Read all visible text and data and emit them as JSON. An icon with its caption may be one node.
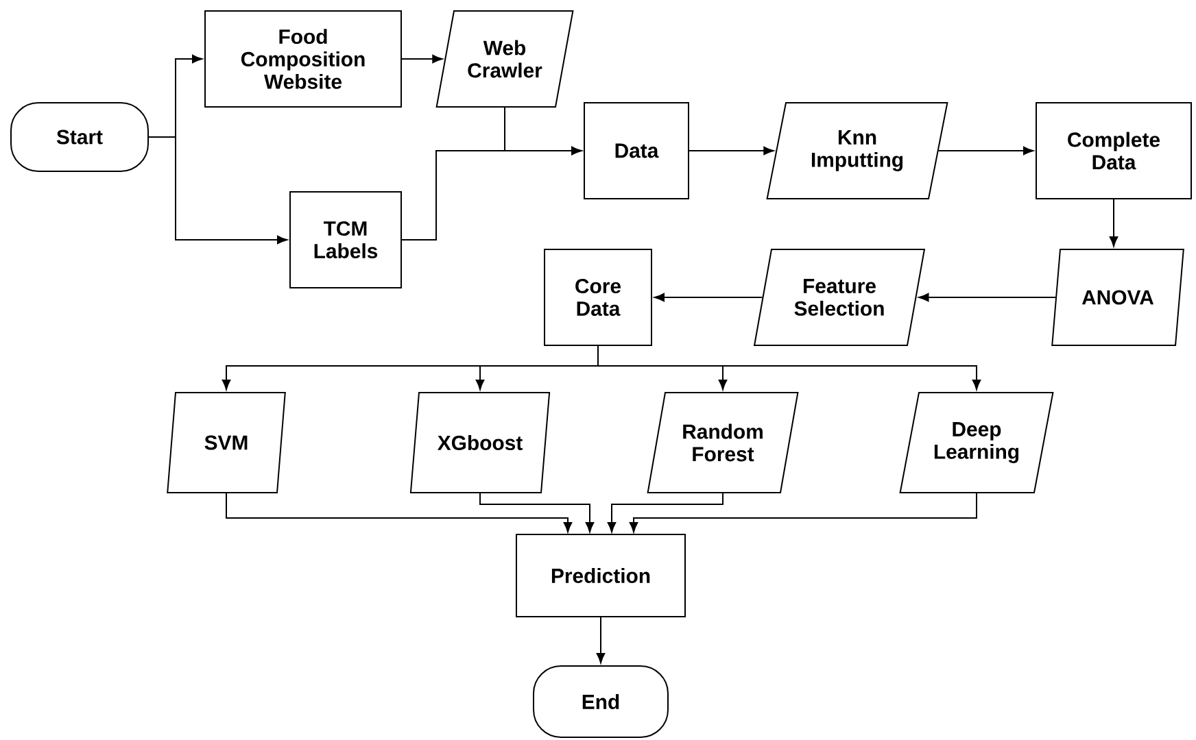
{
  "diagram": {
    "nodes": [
      {
        "text": [
          "Start"
        ]
      },
      {
        "text": [
          "Food Composition Website"
        ]
      },
      {
        "text": [
          "Web Crawler"
        ]
      },
      {
        "text": [
          "TCM Labels"
        ]
      },
      {
        "text": [
          "Data"
        ]
      },
      {
        "text": [
          "Knn Imputting"
        ]
      },
      {
        "text": [
          "Complete Data"
        ]
      },
      {
        "text": [
          "ANOVA"
        ]
      },
      {
        "text": [
          "Feature Selection"
        ]
      },
      {
        "text": [
          "Core Data"
        ]
      },
      {
        "text": [
          "SVM"
        ]
      },
      {
        "text": [
          "XGboost"
        ]
      },
      {
        "text": [
          "Random Forest"
        ]
      },
      {
        "text": [
          "Deep Learning"
        ]
      },
      {
        "text": [
          "Prediction"
        ]
      },
      {
        "text": [
          "End"
        ]
      }
    ],
    "edges": [
      {
        "from": 0,
        "to": 1,
        "arrow": "to"
      },
      {
        "from": 0,
        "to": 3,
        "arrow": "to"
      },
      {
        "from": 1,
        "to": 2,
        "arrow": "to"
      },
      {
        "from": 2,
        "to": 4,
        "arrow": "to"
      },
      {
        "from": 3,
        "to": 4,
        "arrow": "to"
      },
      {
        "from": 4,
        "to": 5,
        "arrow": "to"
      },
      {
        "from": 5,
        "to": 6,
        "arrow": "to"
      },
      {
        "from": 6,
        "to": 7,
        "arrow": "to"
      },
      {
        "from": 7,
        "to": 8,
        "arrow": "to"
      },
      {
        "from": 8,
        "to": 9,
        "arrow": "to"
      },
      {
        "from": 9,
        "to": 10,
        "arrow": "to"
      },
      {
        "from": 9,
        "to": 11,
        "arrow": "to"
      },
      {
        "from": 9,
        "to": 12,
        "arrow": "to"
      },
      {
        "from": 9,
        "to": 13,
        "arrow": "to"
      },
      {
        "from": 10,
        "to": 14,
        "arrow": "to"
      },
      {
        "from": 11,
        "to": 14,
        "arrow": "to"
      },
      {
        "from": 12,
        "to": 14,
        "arrow": "to"
      },
      {
        "from": 13,
        "to": 14,
        "arrow": "to"
      },
      {
        "from": 14,
        "to": 15,
        "arrow": "to"
      }
    ]
  }
}
